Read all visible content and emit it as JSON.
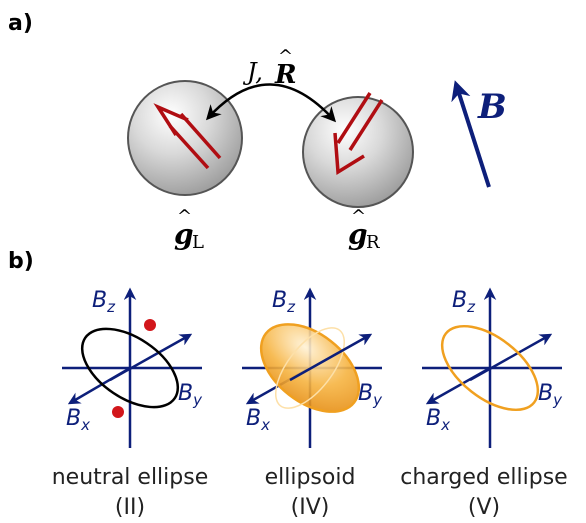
{
  "panel_a": {
    "label": "a)",
    "coupling_label": "J,",
    "coupling_vector": "R",
    "left_spin_sub": "L",
    "right_spin_sub": "R",
    "g_symbol": "g",
    "field_label": "B"
  },
  "panel_b": {
    "label": "b)",
    "axes": {
      "z": "z",
      "y": "y",
      "x": "x",
      "base": "B"
    },
    "diagrams": [
      {
        "caption_line1": "neutral ellipse",
        "caption_line2": "(II)"
      },
      {
        "caption_line1": "ellipsoid",
        "caption_line2": "(IV)"
      },
      {
        "caption_line1": "charged ellipse",
        "caption_line2": "(V)"
      }
    ]
  },
  "colors": {
    "axis": "#0d1f7a",
    "spin_arrow": "#b00d12",
    "ellipse_black": "#000000",
    "ellipse_orange": "#f0a020",
    "dot_red": "#d2161b"
  }
}
